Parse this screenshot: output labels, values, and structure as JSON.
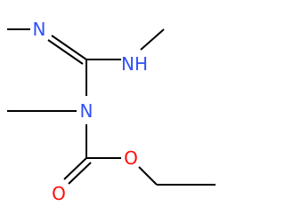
{
  "molecule": {
    "colors": {
      "carbon_bond": "#000000",
      "nitrogen": "#3050F8",
      "oxygen": "#FF0D0D",
      "background": "#FFFFFF"
    },
    "atoms": {
      "imine_n": {
        "symbol": "N",
        "element": "nitrogen"
      },
      "amine_nh": {
        "symbol": "NH",
        "element": "nitrogen"
      },
      "amide_n": {
        "symbol": "N",
        "element": "nitrogen"
      },
      "ester_o": {
        "symbol": "O",
        "element": "oxygen"
      },
      "carbonyl_o": {
        "symbol": "O",
        "element": "oxygen"
      }
    }
  }
}
